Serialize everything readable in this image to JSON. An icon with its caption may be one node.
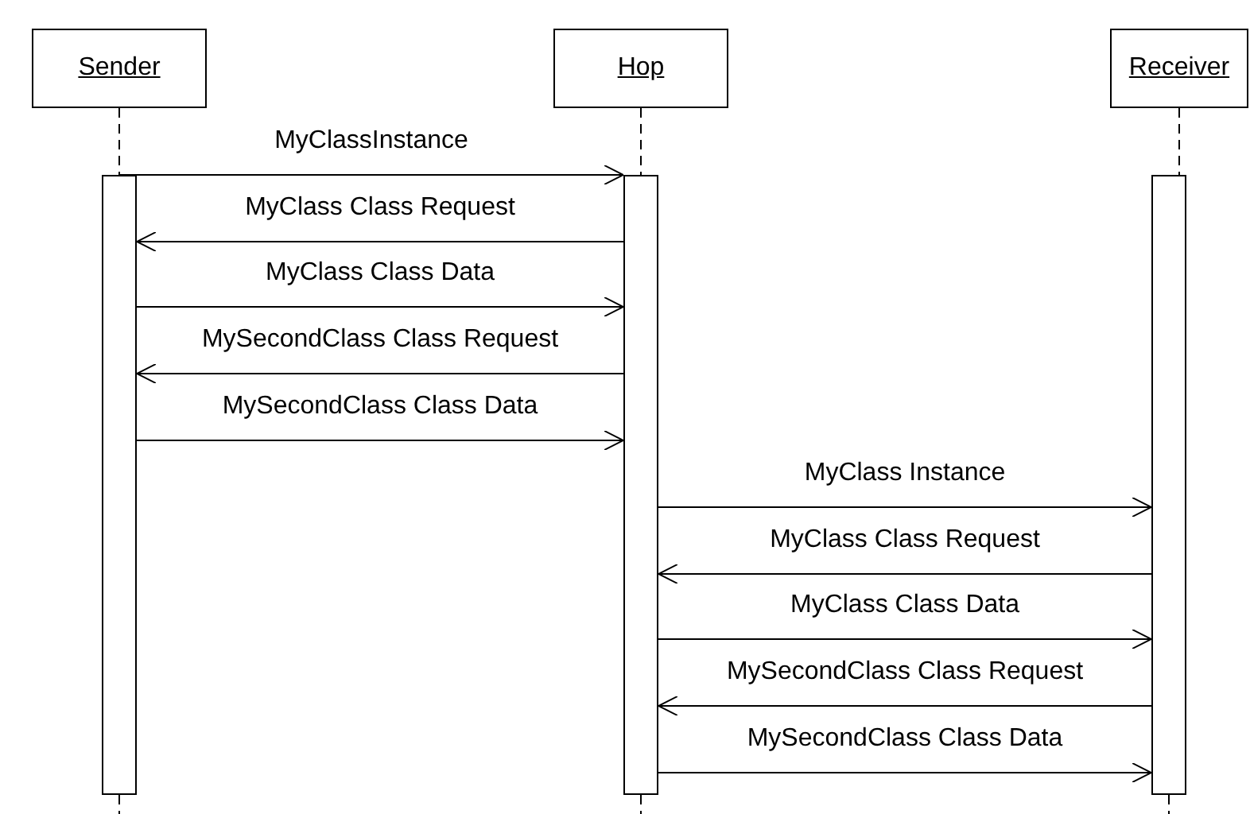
{
  "diagram": {
    "nodes": [
      {
        "text": [
          "Sender"
        ]
      },
      {
        "text": [
          "Hop"
        ]
      },
      {
        "text": [
          "Receiver"
        ]
      },
      {
        "text": [],
        "shape": "bar"
      },
      {
        "text": [],
        "shape": "bar"
      },
      {
        "text": [],
        "shape": "bar"
      }
    ],
    "edges": [
      {
        "from": 0,
        "to": 3,
        "arrow": "none",
        "style": "dashed"
      },
      {
        "from": 1,
        "to": 4,
        "arrow": "none",
        "style": "dashed"
      },
      {
        "from": 2,
        "to": 5,
        "arrow": "none",
        "style": "dashed"
      },
      {
        "from": 3,
        "to": null,
        "arrow": "none",
        "style": "dashed"
      },
      {
        "from": 4,
        "to": null,
        "arrow": "none",
        "style": "dashed"
      },
      {
        "from": 5,
        "to": null,
        "arrow": "none",
        "style": "dashed"
      },
      {
        "from": 3,
        "to": 4,
        "arrow": "to",
        "label": "MyClassInstance"
      },
      {
        "from": 4,
        "to": 3,
        "arrow": "to",
        "label": "MyClass Class Request"
      },
      {
        "from": 3,
        "to": 4,
        "arrow": "to",
        "label": "MyClass Class Data"
      },
      {
        "from": 4,
        "to": 3,
        "arrow": "to",
        "label": "MySecondClass Class Request"
      },
      {
        "from": 3,
        "to": 4,
        "arrow": "to",
        "label": "MySecondClass Class Data"
      },
      {
        "from": 4,
        "to": 5,
        "arrow": "to",
        "label": "MyClass Instance"
      },
      {
        "from": 5,
        "to": 4,
        "arrow": "to",
        "label": "MyClass Class Request"
      },
      {
        "from": 4,
        "to": 5,
        "arrow": "to",
        "label": "MyClass Class Data"
      },
      {
        "from": 5,
        "to": 4,
        "arrow": "to",
        "label": "MySecondClass Class Request"
      },
      {
        "from": 4,
        "to": 5,
        "arrow": "to",
        "label": "MySecondClass Class Data"
      }
    ]
  }
}
